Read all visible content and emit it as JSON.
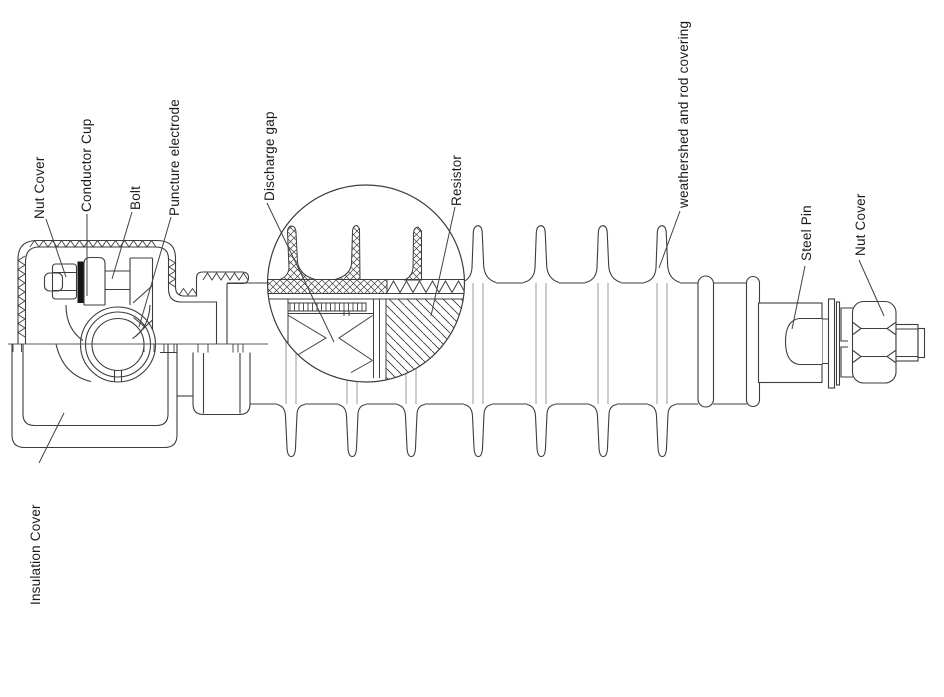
{
  "diagram": {
    "type": "labeled technical line drawing",
    "subject": "composite polymer insulator / arrester cross-section with magnified detail circle",
    "colors": {
      "background": "#ffffff",
      "line": "#3d3d3d",
      "thin_line": "#909090",
      "dark_fill": "#161616",
      "label_text": "#1b1b1b"
    },
    "labels": [
      {
        "id": "nut-cover-left",
        "text": "Nut Cover"
      },
      {
        "id": "conductor-cup",
        "text": "Conductor Cup"
      },
      {
        "id": "bolt",
        "text": "Bolt"
      },
      {
        "id": "puncture-electrode",
        "text": "Puncture electrode"
      },
      {
        "id": "discharge-gap",
        "text": "Discharge gap"
      },
      {
        "id": "resistor",
        "text": "Resistor"
      },
      {
        "id": "weathershed",
        "text": "weathershed and rod covering"
      },
      {
        "id": "steel-pin",
        "text": "Steel Pin"
      },
      {
        "id": "nut-cover-right",
        "text": "Nut Cover"
      },
      {
        "id": "insulation-cover",
        "text": "Insulation Cover"
      }
    ]
  }
}
